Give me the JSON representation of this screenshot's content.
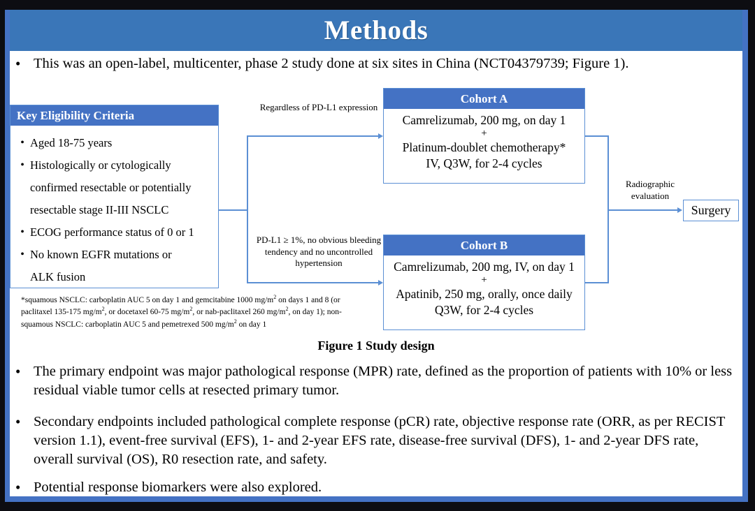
{
  "slide": {
    "title": "Methods",
    "accent_color": "#4472C4",
    "title_bar_color": "#3A76B8",
    "connector_color": "#5B8FD4"
  },
  "bullets": {
    "intro": "This was an open-label, multicenter, phase 2 study done at six sites in China (NCT04379739; Figure 1).",
    "primary": "The primary endpoint was major pathological response (MPR) rate, defined as the proportion of patients with 10% or less residual viable tumor cells at resected primary tumor.",
    "secondary": "Secondary endpoints included pathological complete response (pCR) rate, objective response rate (ORR, as per RECIST version 1.1), event-free survival (EFS), 1- and 2-year EFS rate, disease-free survival (DFS), 1- and 2-year DFS rate, overall survival (OS), R0 resection rate, and safety.",
    "biomarkers": "Potential response biomarkers were also explored.",
    "marker": "•"
  },
  "figure": {
    "caption": "Figure 1 Study design",
    "eligibility": {
      "header": "Key  Eligibility Criteria",
      "marker": "•",
      "items": [
        "Aged 18-75 years",
        "Histologically or cytologically",
        "confirmed resectable or potentially",
        "resectable stage II-III  NSCLC",
        "ECOG performance status of 0 or 1",
        "No known EGFR mutations or",
        "ALK fusion"
      ],
      "item_has_bullet": [
        true,
        true,
        false,
        false,
        true,
        true,
        false
      ]
    },
    "cohort_a": {
      "header": "Cohort A",
      "lines": [
        "Camrelizumab, 200 mg, on day 1",
        "+",
        "Platinum-doublet chemotherapy*",
        "IV, Q3W, for 2-4 cycles"
      ]
    },
    "cohort_b": {
      "header": "Cohort B",
      "lines": [
        "Camrelizumab, 200 mg, IV, on day 1",
        "+",
        "Apatinib, 250 mg, orally, once daily",
        "Q3W, for 2-4 cycles"
      ]
    },
    "labels": {
      "regardless": "Regardless of PD-L1 expression",
      "pdl1": "PD-L1 ≥ 1%, no obvious bleeding tendency and no uncontrolled hypertension",
      "radiographic": "Radiographic evaluation"
    },
    "surgery": "Surgery",
    "footnote": "*squamous NSCLC: carboplatin AUC 5 on day 1 and gemcitabine 1000 mg/m2 on days 1 and 8 (or paclitaxel 135-175 mg/m2, or docetaxel 60-75 mg/m2, or nab-paclitaxel 260 mg/m2, on day 1); non-squamous NSCLC: carboplatin AUC 5 and pemetrexed 500 mg/m2 on day 1"
  }
}
